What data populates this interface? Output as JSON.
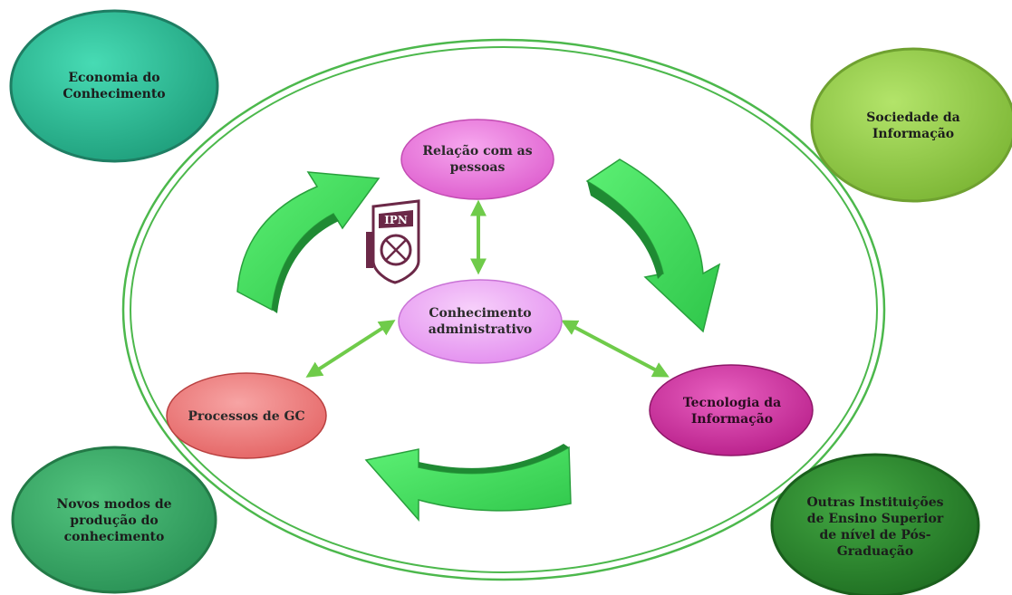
{
  "corners": {
    "top_left": "Economia do\nConhecimento",
    "top_right": "Sociedade da\nInformação",
    "bottom_left": "Novos modos de\nprodução do\nconhecimento",
    "bottom_right": "Outras Instituições\nde Ensino Superior\nde nível de Pós-\nGraduação"
  },
  "nodes": {
    "top": "Relação com as\npessoas",
    "center": "Conhecimento\nadministrativo",
    "left": "Processos de GC",
    "right": "Tecnologia da\nInformação"
  },
  "logo": {
    "text": "IPN"
  },
  "colors": {
    "top_left": "#2ebd98",
    "top_right": "#9acd4c",
    "bottom_left": "#3aae6c",
    "bottom_right": "#2e8c30",
    "node_top": "#ee7fe2",
    "node_center": "#efa8f4",
    "node_left": "#ee7f7f",
    "node_right": "#d33aa4",
    "ring": "#4cb84c",
    "arrow_green": "#3fe05a",
    "connector": "#6fcb4a",
    "logo": "#6b2847"
  }
}
